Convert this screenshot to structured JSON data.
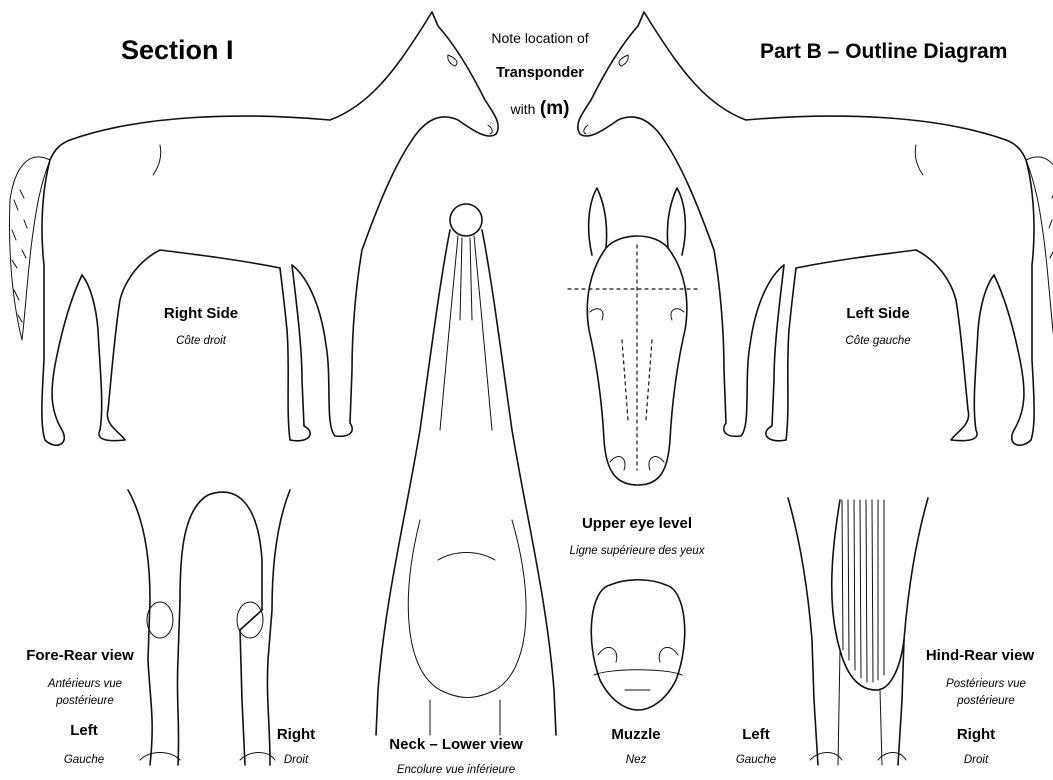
{
  "header": {
    "section": "Section I",
    "part": "Part B – Outline Diagram",
    "note_line1": "Note location of",
    "note_line2": "Transponder",
    "note_line3_prefix": "with",
    "note_line3_mark": "(m)"
  },
  "views": {
    "right_side": {
      "label": "Right Side",
      "label_fr": "Côte droit"
    },
    "left_side": {
      "label": "Left Side",
      "label_fr": "Côte gauche"
    },
    "upper_eye": {
      "label": "Upper eye level",
      "label_fr": "Ligne supérieure des yeux"
    },
    "fore_rear": {
      "label": "Fore-Rear view",
      "label_fr_line1": "Antérieurs vue",
      "label_fr_line2": "postérieure",
      "left": "Left",
      "left_fr": "Gauche",
      "right": "Right",
      "right_fr": "Droit"
    },
    "neck": {
      "label": "Neck – Lower view",
      "label_fr": "Encolure vue inférieure"
    },
    "muzzle": {
      "label": "Muzzle",
      "label_fr": "Nez"
    },
    "hind_rear": {
      "label": "Hind-Rear view",
      "label_fr_line1": "Postérieurs vue",
      "label_fr_line2": "postérieure",
      "left": "Left",
      "left_fr": "Gauche",
      "right": "Right",
      "right_fr": "Droit"
    }
  }
}
